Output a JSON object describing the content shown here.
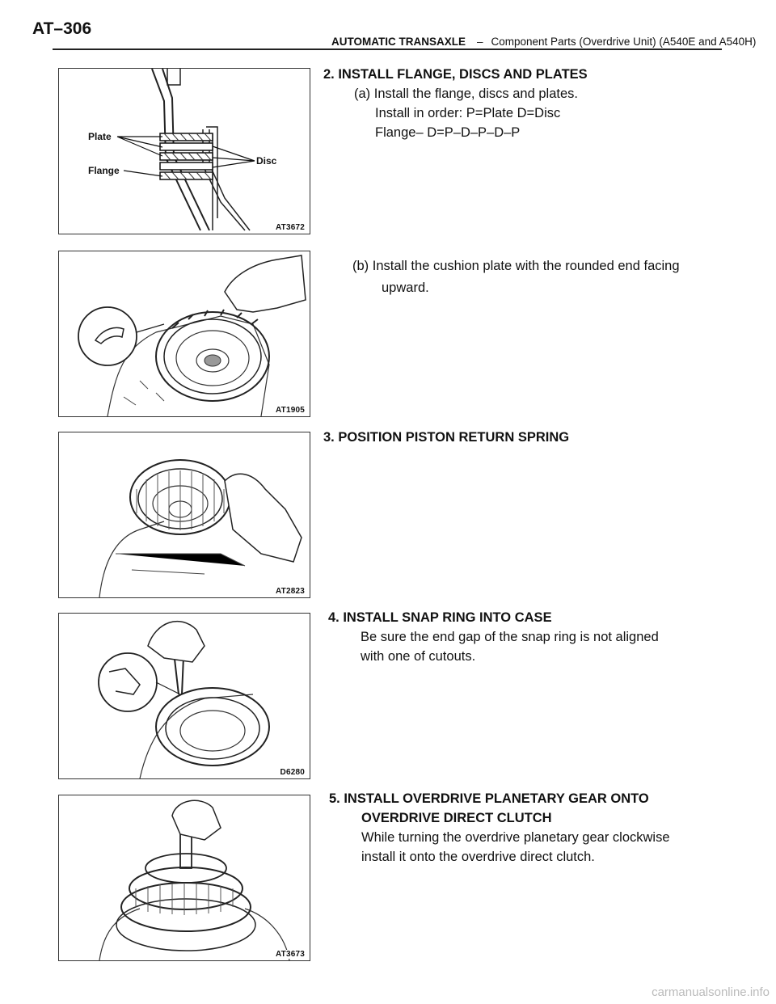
{
  "page_number": "AT–306",
  "header": {
    "section": "AUTOMATIC TRANSAXLE",
    "dash": "–",
    "subtitle": "Component Parts (Overdrive Unit) (A540E and A540H)"
  },
  "figures": [
    {
      "code": "AT3672",
      "labels": [
        "Plate",
        "Disc",
        "Flange"
      ]
    },
    {
      "code": "AT1905"
    },
    {
      "code": "AT2823"
    },
    {
      "code": "D6280"
    },
    {
      "code": "AT3673"
    }
  ],
  "steps": {
    "s2": {
      "title": "2. INSTALL FLANGE, DISCS AND PLATES",
      "a": "(a) Install the flange, discs and plates.",
      "a_line2": "Install in order: P=Plate D=Disc",
      "a_line3": "Flange– D=P–D–P–D–P",
      "b_line1": "(b) Install the cushion plate with the rounded end facing",
      "b_line2": "upward."
    },
    "s3": {
      "title": "3. POSITION PISTON RETURN SPRING"
    },
    "s4": {
      "title": "4. INSTALL SNAP RING INTO CASE",
      "line1": "Be sure the end gap of the snap ring is not aligned",
      "line2": "with one of cutouts."
    },
    "s5": {
      "title_line1": "5. INSTALL OVERDRIVE PLANETARY GEAR ONTO",
      "title_line2": "OVERDRIVE DIRECT CLUTCH",
      "line1": "While turning the overdrive planetary gear clockwise",
      "line2": "install it onto the overdrive direct clutch."
    }
  },
  "footer": "carmanualsonline.info"
}
